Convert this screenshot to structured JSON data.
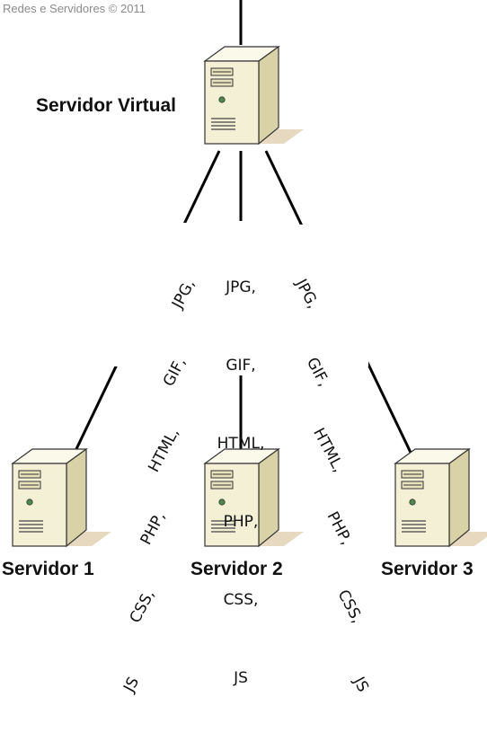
{
  "watermark": "Redes e Servidores © 2011",
  "virtual_server": {
    "label": "Servidor Virtual",
    "icon": "server-icon"
  },
  "servers": [
    {
      "label": "Servidor 1",
      "icon": "server-icon"
    },
    {
      "label": "Servidor 2",
      "icon": "server-icon"
    },
    {
      "label": "Servidor 3",
      "icon": "server-icon"
    }
  ],
  "file_types": [
    [
      "JPG,",
      "GIF,",
      "HTML,",
      "PHP,",
      "CSS,",
      "JS"
    ],
    [
      "JPG,",
      "GIF,",
      "HTML,",
      "PHP,",
      "CSS,",
      "JS"
    ],
    [
      "JPG,",
      "GIF,",
      "HTML,",
      "PHP,",
      "CSS,",
      "JS"
    ]
  ],
  "colors": {
    "line": "#000000",
    "server_front": "#f3f0d6",
    "server_side": "#d8d2a6",
    "server_top": "#fbf9ea",
    "shadow": "#e3d5b8"
  }
}
